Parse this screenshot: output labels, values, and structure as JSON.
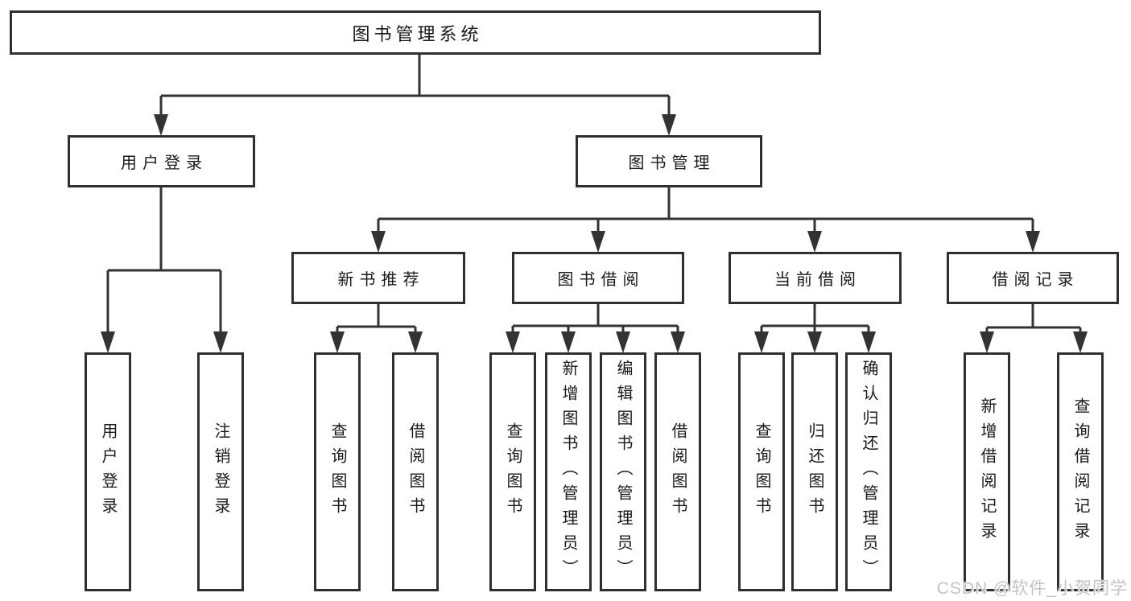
{
  "tree": {
    "root": "图书管理系统",
    "branches": [
      {
        "label": "用户登录",
        "children": [
          "用户登录",
          "注销登录"
        ]
      },
      {
        "label": "图书管理",
        "children": [
          {
            "label": "新书推荐",
            "children": [
              "查询图书",
              "借阅图书"
            ]
          },
          {
            "label": "图书借阅",
            "children": [
              "查询图书",
              "新增图书（管理员）",
              "编辑图书（管理员）",
              "借阅图书"
            ]
          },
          {
            "label": "当前借阅",
            "children": [
              "查询图书",
              "归还图书",
              "确认归还（管理员）"
            ]
          },
          {
            "label": "借阅记录",
            "children": [
              "新增借阅记录",
              "查询借阅记录"
            ]
          }
        ]
      }
    ]
  },
  "watermark": "CSDN @软件_小贺同学",
  "colors": {
    "line": "#333333",
    "box_border": "#2f2f2f",
    "text": "#1a1a1a",
    "watermark_text": "#c3c3c3",
    "background": "#ffffff"
  }
}
